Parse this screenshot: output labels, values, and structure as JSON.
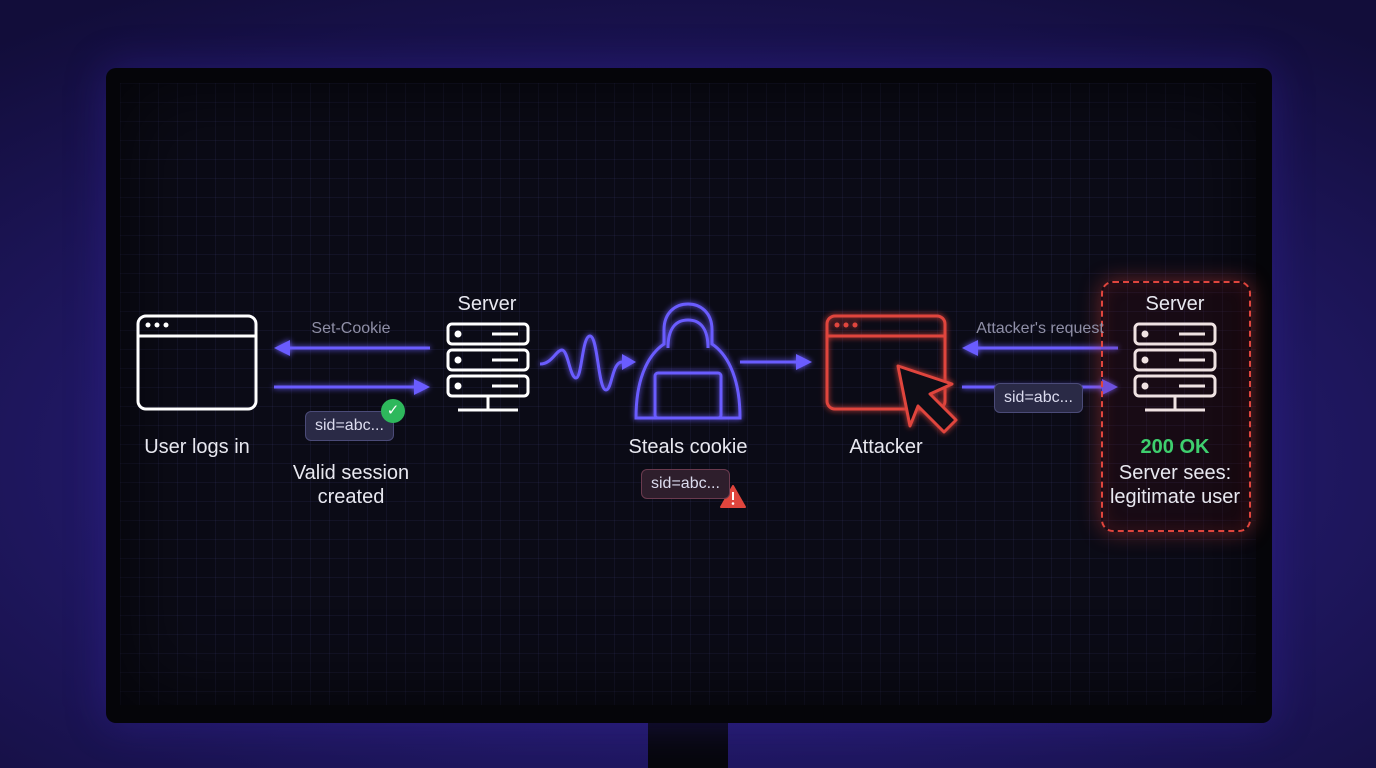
{
  "nodes": {
    "user_label": "User logs in",
    "server1_label": "Server",
    "hacker_label": "Steals cookie",
    "attacker_label": "Attacker",
    "server2_label": "Server"
  },
  "edges": {
    "set_cookie_label": "Set-Cookie",
    "attacker_request_label": "Attacker's request"
  },
  "session": {
    "valid_line1": "Valid session",
    "valid_line2": "created"
  },
  "chips": {
    "user_cookie": "sid=abc...",
    "stolen_cookie": "sid=abc...",
    "attacker_cookie": "sid=abc..."
  },
  "result": {
    "status": "200 OK",
    "line1": "Server sees:",
    "line2": "legitimate user"
  },
  "colors": {
    "accent": "#6a5cff",
    "danger": "#e0453d",
    "success": "#3ecf6e"
  }
}
